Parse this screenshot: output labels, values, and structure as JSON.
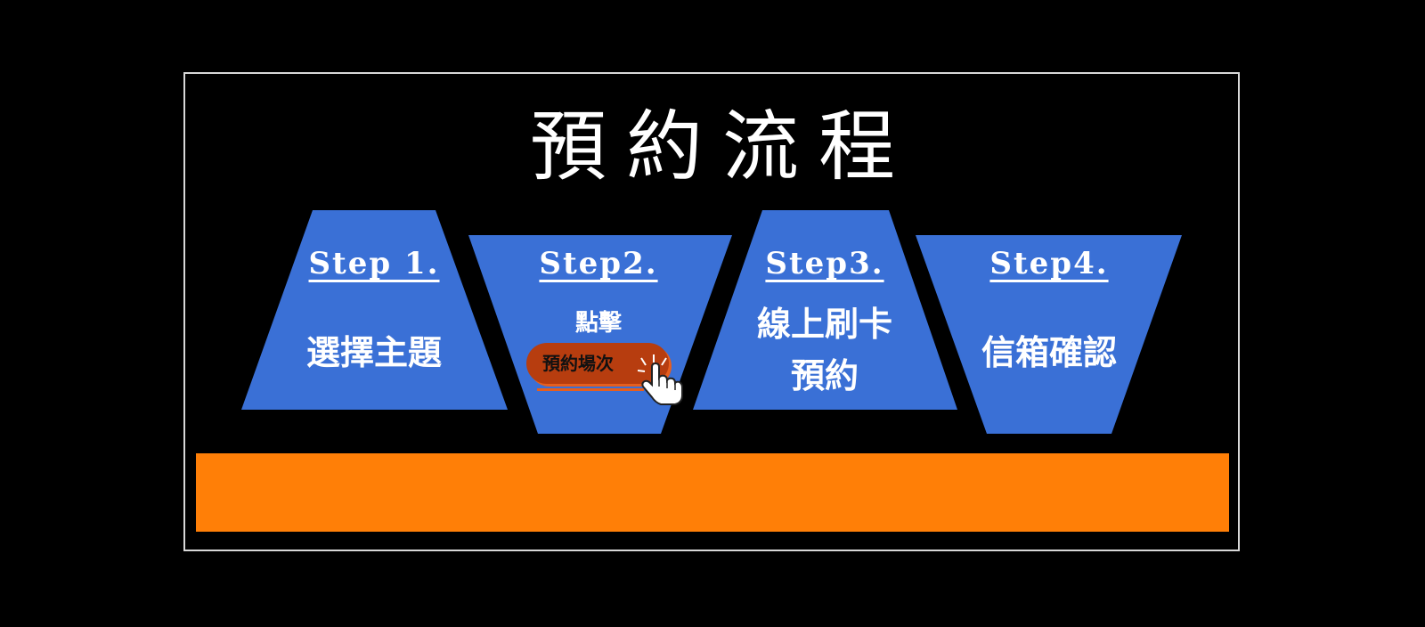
{
  "title": "預約流程",
  "steps": [
    {
      "title": "Step 1.",
      "desc": "選擇主題"
    },
    {
      "title": "Step2.",
      "desc": "點擊",
      "button": "預約場次"
    },
    {
      "title": "Step3.",
      "desc_line1": "線上刷卡",
      "desc_line2": "預約"
    },
    {
      "title": "Step4.",
      "desc": "信箱確認"
    }
  ],
  "colors": {
    "background": "#000000",
    "frame": "#d8d8d8",
    "step_fill": "#3a70d6",
    "bar": "#ff7f07",
    "button": "#b73d0f"
  },
  "icons": [
    "hand-pointer-icon"
  ]
}
